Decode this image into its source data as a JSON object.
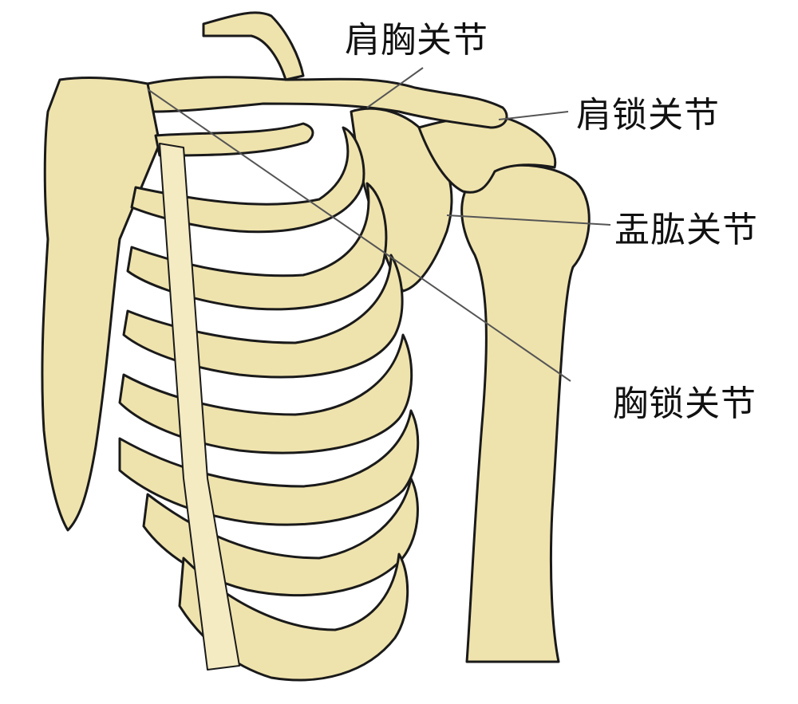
{
  "labels": {
    "shoulder_thoracic": "肩胸关节",
    "acromioclavicular": "肩锁关节",
    "glenohumeral": "盂肱关节",
    "sternoclavicular": "胸锁关节"
  },
  "colors": {
    "bone": "#efe3ad",
    "outline": "#1a1a1a",
    "leader": "#555555",
    "background": "#ffffff"
  }
}
